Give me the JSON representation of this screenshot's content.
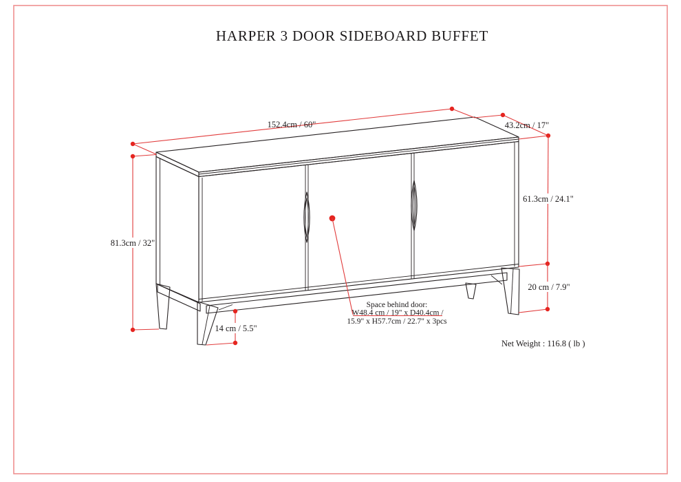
{
  "page": {
    "border_color": "#EF9090",
    "background": "#ffffff"
  },
  "title": "HARPER 3 DOOR SIDEBOARD BUFFET",
  "colors": {
    "ink": "#262122",
    "dimension_line_red": "#E13B3B",
    "dimension_dot_red": "#E52520"
  },
  "drawing": {
    "product": "3 door sideboard buffet, mid-century style with splayed tapered legs",
    "dimensions": {
      "overall_width": "152.4cm / 60\"",
      "overall_depth": "43.2cm / 17\"",
      "overall_height": "81.3cm / 32\"",
      "cabinet_height": "61.3cm / 24.1\"",
      "base_height": "20 cm / 7.9\"",
      "leg_height": "14 cm / 5.5\""
    },
    "notes": {
      "space_behind_door": [
        "Space behind door:",
        "W48.4 cm / 19\" x D40.4cm /",
        "15.9\" x H57.7cm / 22.7\" x 3pcs"
      ],
      "net_weight": "Net Weight : 116.8 ( lb )"
    }
  }
}
